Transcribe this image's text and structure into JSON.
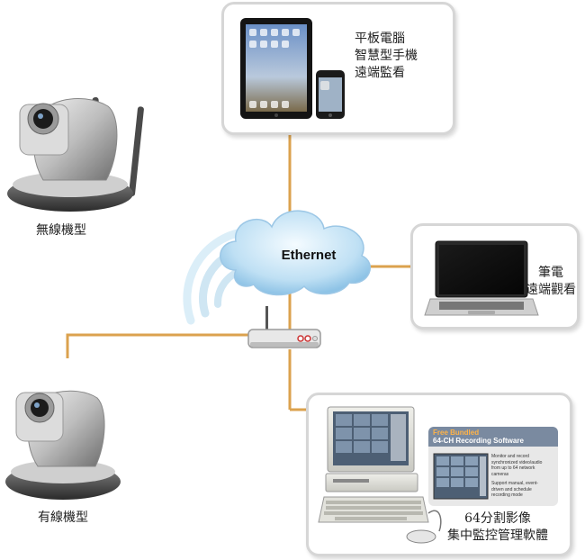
{
  "ethernet_label": "Ethernet",
  "tablet_label_lines": [
    "平板電腦",
    "智慧型手機",
    "遠端監看"
  ],
  "laptop_label_lines": [
    "筆電",
    "遠端觀看"
  ],
  "software_label_lines": [
    "64分割影像",
    "集中監控管理軟體"
  ],
  "wireless_camera_label": "無線機型",
  "wired_camera_label": "有線機型",
  "ad": {
    "free": "Free Bundled",
    "title": "64-CH Recording Software",
    "bullets": [
      "Monitor and record synchronized video/audio from up to 64 network cameras",
      "Support manual, event-driven and schedule recording mode"
    ]
  },
  "colors": {
    "connector": "#dba24e",
    "cloud": "#a9d1ec",
    "border": "#d6d6d6"
  }
}
